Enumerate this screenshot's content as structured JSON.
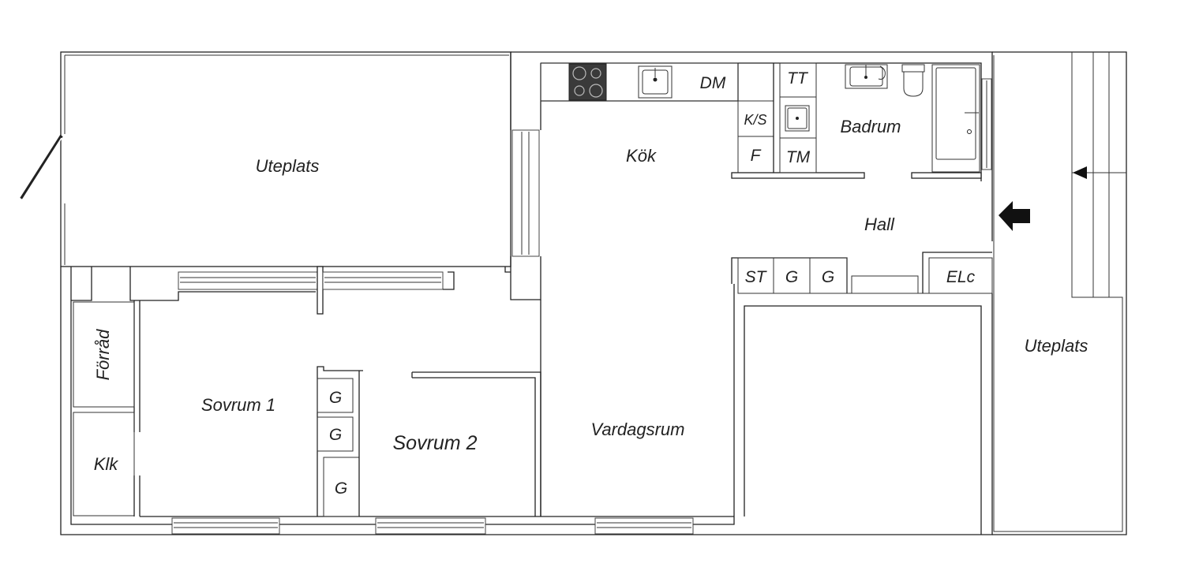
{
  "colors": {
    "wall": "#222222",
    "hob": "#3a3a3a",
    "background": "#ffffff"
  },
  "rooms": {
    "uteplats_west": "Uteplats",
    "kok": "Kök",
    "badrum": "Badrum",
    "hall": "Hall",
    "uteplats_east": "Uteplats",
    "forrad": "Förråd",
    "sovrum1": "Sovrum 1",
    "sovrum2": "Sovrum 2",
    "vardagsrum": "Vardagsrum",
    "klk": "Klk"
  },
  "fixtures": {
    "dm": "DM",
    "ks": "K/S",
    "f": "F",
    "tt": "TT",
    "tm": "TM",
    "st": "ST",
    "g_hall_1": "G",
    "g_hall_2": "G",
    "elc": "ELc",
    "g_bed_1": "G",
    "g_bed_2": "G",
    "g_bed_3": "G"
  },
  "icons": {
    "entrance": "entrance-arrow-icon",
    "stove": "stove-icon",
    "sink": "sink-icon",
    "toilet": "toilet-icon",
    "bathtub": "bathtub-icon"
  }
}
